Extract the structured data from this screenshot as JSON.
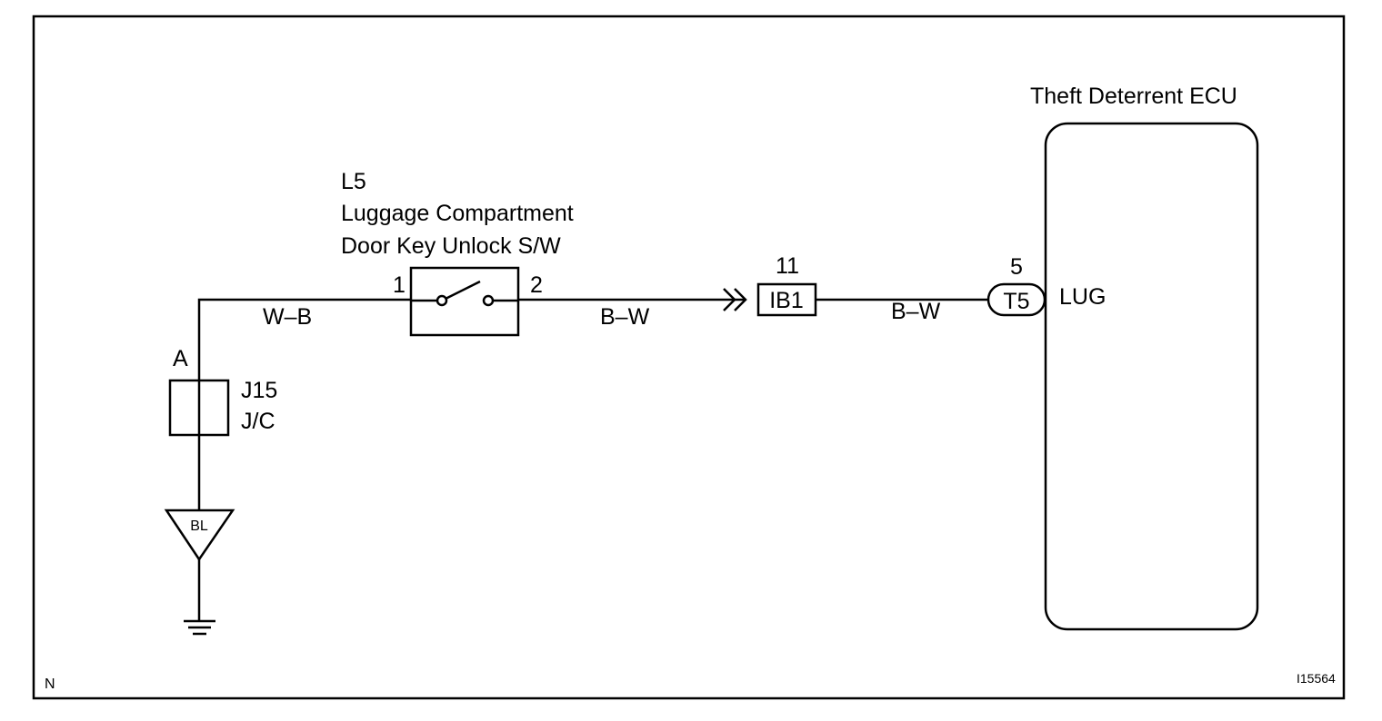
{
  "sheet": {
    "corner_letter": "N",
    "figure_code": "I15564"
  },
  "switch": {
    "code": "L5",
    "name_line1": "Luggage Compartment",
    "name_line2": "Door Key Unlock S/W",
    "pin_in": "1",
    "pin_out": "2"
  },
  "junction": {
    "code": "J15",
    "type": "J/C",
    "pin": "A"
  },
  "ground": {
    "label": "BL"
  },
  "connector": {
    "pin": "11",
    "label": "IB1"
  },
  "ecu": {
    "title": "Theft Deterrent ECU",
    "terminal_pin": "5",
    "terminal_label": "T5",
    "signal": "LUG"
  },
  "wires": {
    "ground_to_switch": "W–B",
    "switch_to_connector": "B–W",
    "connector_to_ecu": "B–W"
  }
}
